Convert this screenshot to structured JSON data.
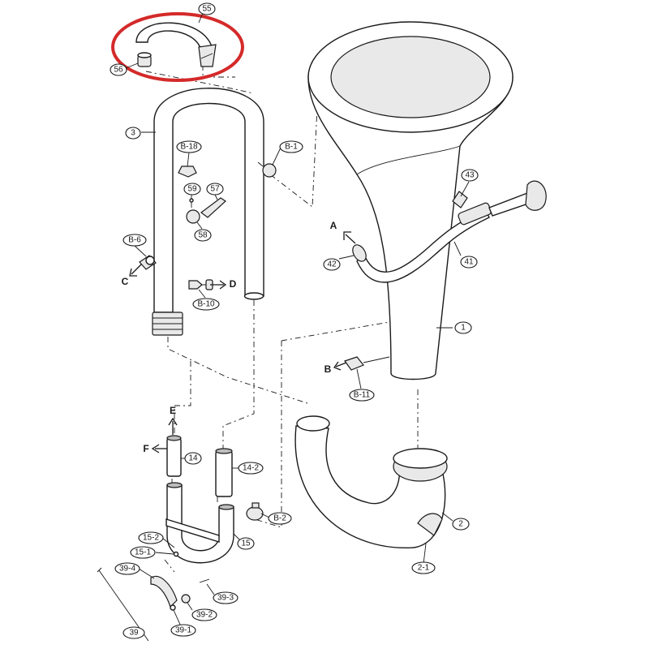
{
  "colors": {
    "highlight": "#d42a2a",
    "ink": "#1a1a1a"
  },
  "labels": {
    "p55": "55",
    "p56": "56",
    "p3": "3",
    "b18": "B-18",
    "b1": "B-1",
    "p59": "59",
    "p57": "57",
    "p58": "58",
    "b6": "B-6",
    "b10": "B-10",
    "p43": "43",
    "p42": "42",
    "p41": "41",
    "p1": "1",
    "b11": "B-11",
    "p14": "14",
    "p14_2": "14-2",
    "b2": "B-2",
    "p2": "2",
    "p2_1": "2-1",
    "p15": "15",
    "p15_2": "15-2",
    "p15_1": "15-1",
    "p39_4": "39-4",
    "p39_3": "39-3",
    "p39_2": "39-2",
    "p39_1": "39-1",
    "p39": "39"
  },
  "directions": {
    "A": "A",
    "B": "B",
    "C": "C",
    "D": "D",
    "E": "E",
    "F": "F"
  }
}
